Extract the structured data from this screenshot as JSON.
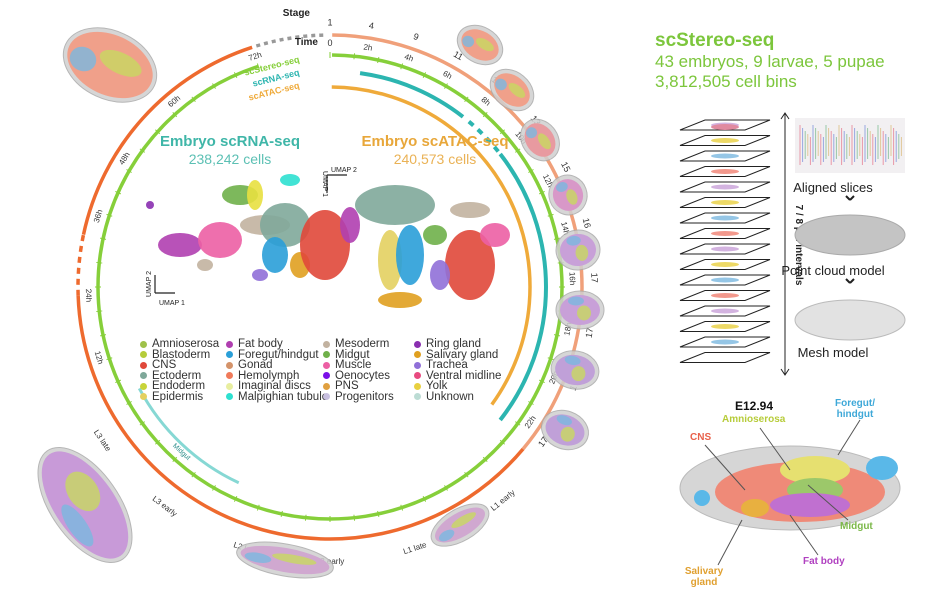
{
  "ring": {
    "stage_header": "Stage",
    "time_header": "Time",
    "tracks": [
      "scStereo-seq",
      "scRNA-seq",
      "scATAC-seq"
    ],
    "stages": [
      "1",
      "4",
      "9",
      "11",
      "12",
      "13",
      "15",
      "16",
      "17",
      "17",
      "17",
      "17"
    ],
    "embryo_times": [
      "0",
      "2h",
      "4h",
      "6h",
      "8h",
      "10h",
      "12h",
      "14h",
      "16h",
      "18h",
      "20h",
      "22h"
    ],
    "larval_stages": [
      "L1 early",
      "L1 late",
      "L2 early",
      "L2 late",
      "L3 early",
      "L3 late"
    ],
    "pupal_times": [
      "12h",
      "24h",
      "36h",
      "48h",
      "60h",
      "72h"
    ],
    "midgut_track": "Midgut"
  },
  "umap_rna": {
    "title": "Embryo scRNA-seq",
    "count": "238,242 cells",
    "axis1": "UMAP 1",
    "axis2": "UMAP 2"
  },
  "umap_atac": {
    "title": "Embryo scATAC-seq",
    "count": "240,573 cells",
    "axis1": "UMAP 1",
    "axis2": "UMAP 2"
  },
  "legend": [
    {
      "label": "Amnioserosa",
      "color": "#9fc14a"
    },
    {
      "label": "Fat body",
      "color": "#b03fb0"
    },
    {
      "label": "Mesoderm",
      "color": "#c2b2a0"
    },
    {
      "label": "Ring gland",
      "color": "#8a2fb0"
    },
    {
      "label": "Blastoderm",
      "color": "#b5cc3a"
    },
    {
      "label": "Foregut/hindgut",
      "color": "#2a9fd8"
    },
    {
      "label": "Midgut",
      "color": "#6fb04a"
    },
    {
      "label": "Salivary gland",
      "color": "#e0a020"
    },
    {
      "label": "CNS",
      "color": "#e0483a"
    },
    {
      "label": "Gonad",
      "color": "#d4936a"
    },
    {
      "label": "Muscle",
      "color": "#ec5fa4"
    },
    {
      "label": "Trachea",
      "color": "#9070d8"
    },
    {
      "label": "Ectoderm",
      "color": "#7fa89a"
    },
    {
      "label": "Hemolymph",
      "color": "#f07a5a"
    },
    {
      "label": "Oenocytes",
      "color": "#7a10e8"
    },
    {
      "label": "Ventral midline",
      "color": "#e84a80"
    },
    {
      "label": "Endoderm",
      "color": "#c8d43a"
    },
    {
      "label": "Imaginal discs",
      "color": "#e8eea0"
    },
    {
      "label": "PNS",
      "color": "#e0a040"
    },
    {
      "label": "Yolk",
      "color": "#e8d040"
    },
    {
      "label": "Epidermis",
      "color": "#e3d060"
    },
    {
      "label": "Malpighian tubule",
      "color": "#2ee0d0"
    },
    {
      "label": "Progenitors",
      "color": "#c8c0e0"
    },
    {
      "label": "Unknown",
      "color": "#bcdcd4"
    }
  ],
  "stereo": {
    "title": "scStereo-seq",
    "line1": "43 embryos, 9 larvae, 5 pupae",
    "line2": "3,812,505 cell bins",
    "interval": "7 / 8 µm intervals",
    "steps": [
      "Aligned slices",
      "Point cloud model",
      "Mesh model"
    ]
  },
  "embryo_3d": {
    "stage": "E12.94",
    "labels": {
      "cns": "CNS",
      "amnioserosa": "Amnioserosa",
      "foregut": "Foregut/ hindgut",
      "midgut": "Midgut",
      "fat_body": "Fat body",
      "salivary": "Salivary gland"
    }
  },
  "colors": {
    "orange": "#ee6a2e",
    "salmon": "#f0a07a",
    "green": "#86cf3a",
    "teal": "#2cb5b0",
    "yellow": "#efaa3a"
  }
}
